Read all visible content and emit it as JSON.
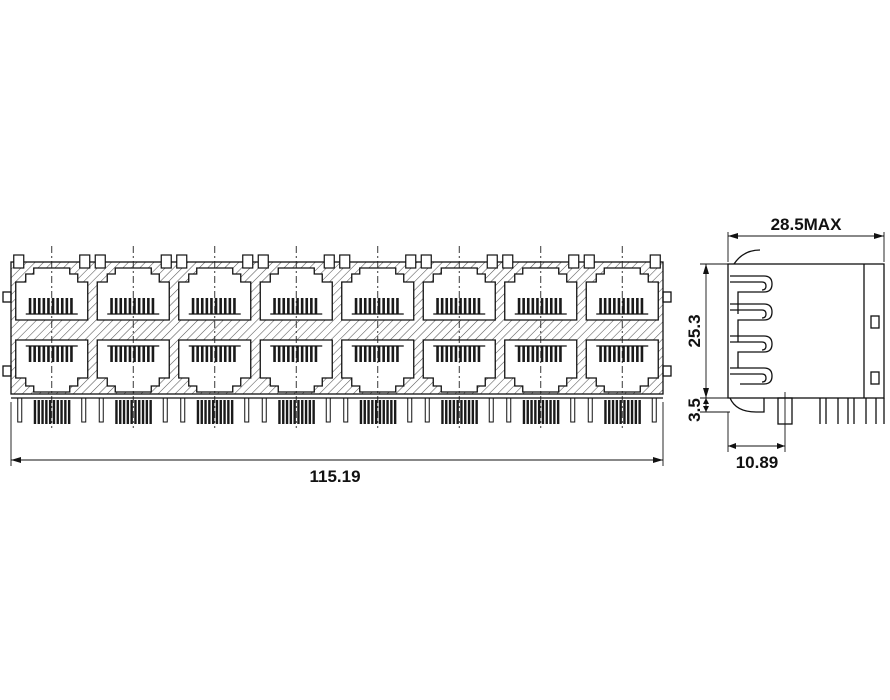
{
  "diagram": {
    "front_view": {
      "ports_per_row": 8,
      "rows": 2,
      "width_label": "115.19"
    },
    "side_view": {
      "depth_label": "28.5MAX",
      "height_label": "25.3",
      "standoff_label": "3.5",
      "pin_offset_label": "10.89"
    },
    "colors": {
      "line": "#111111",
      "hatch": "#555555",
      "background": "#ffffff"
    }
  }
}
